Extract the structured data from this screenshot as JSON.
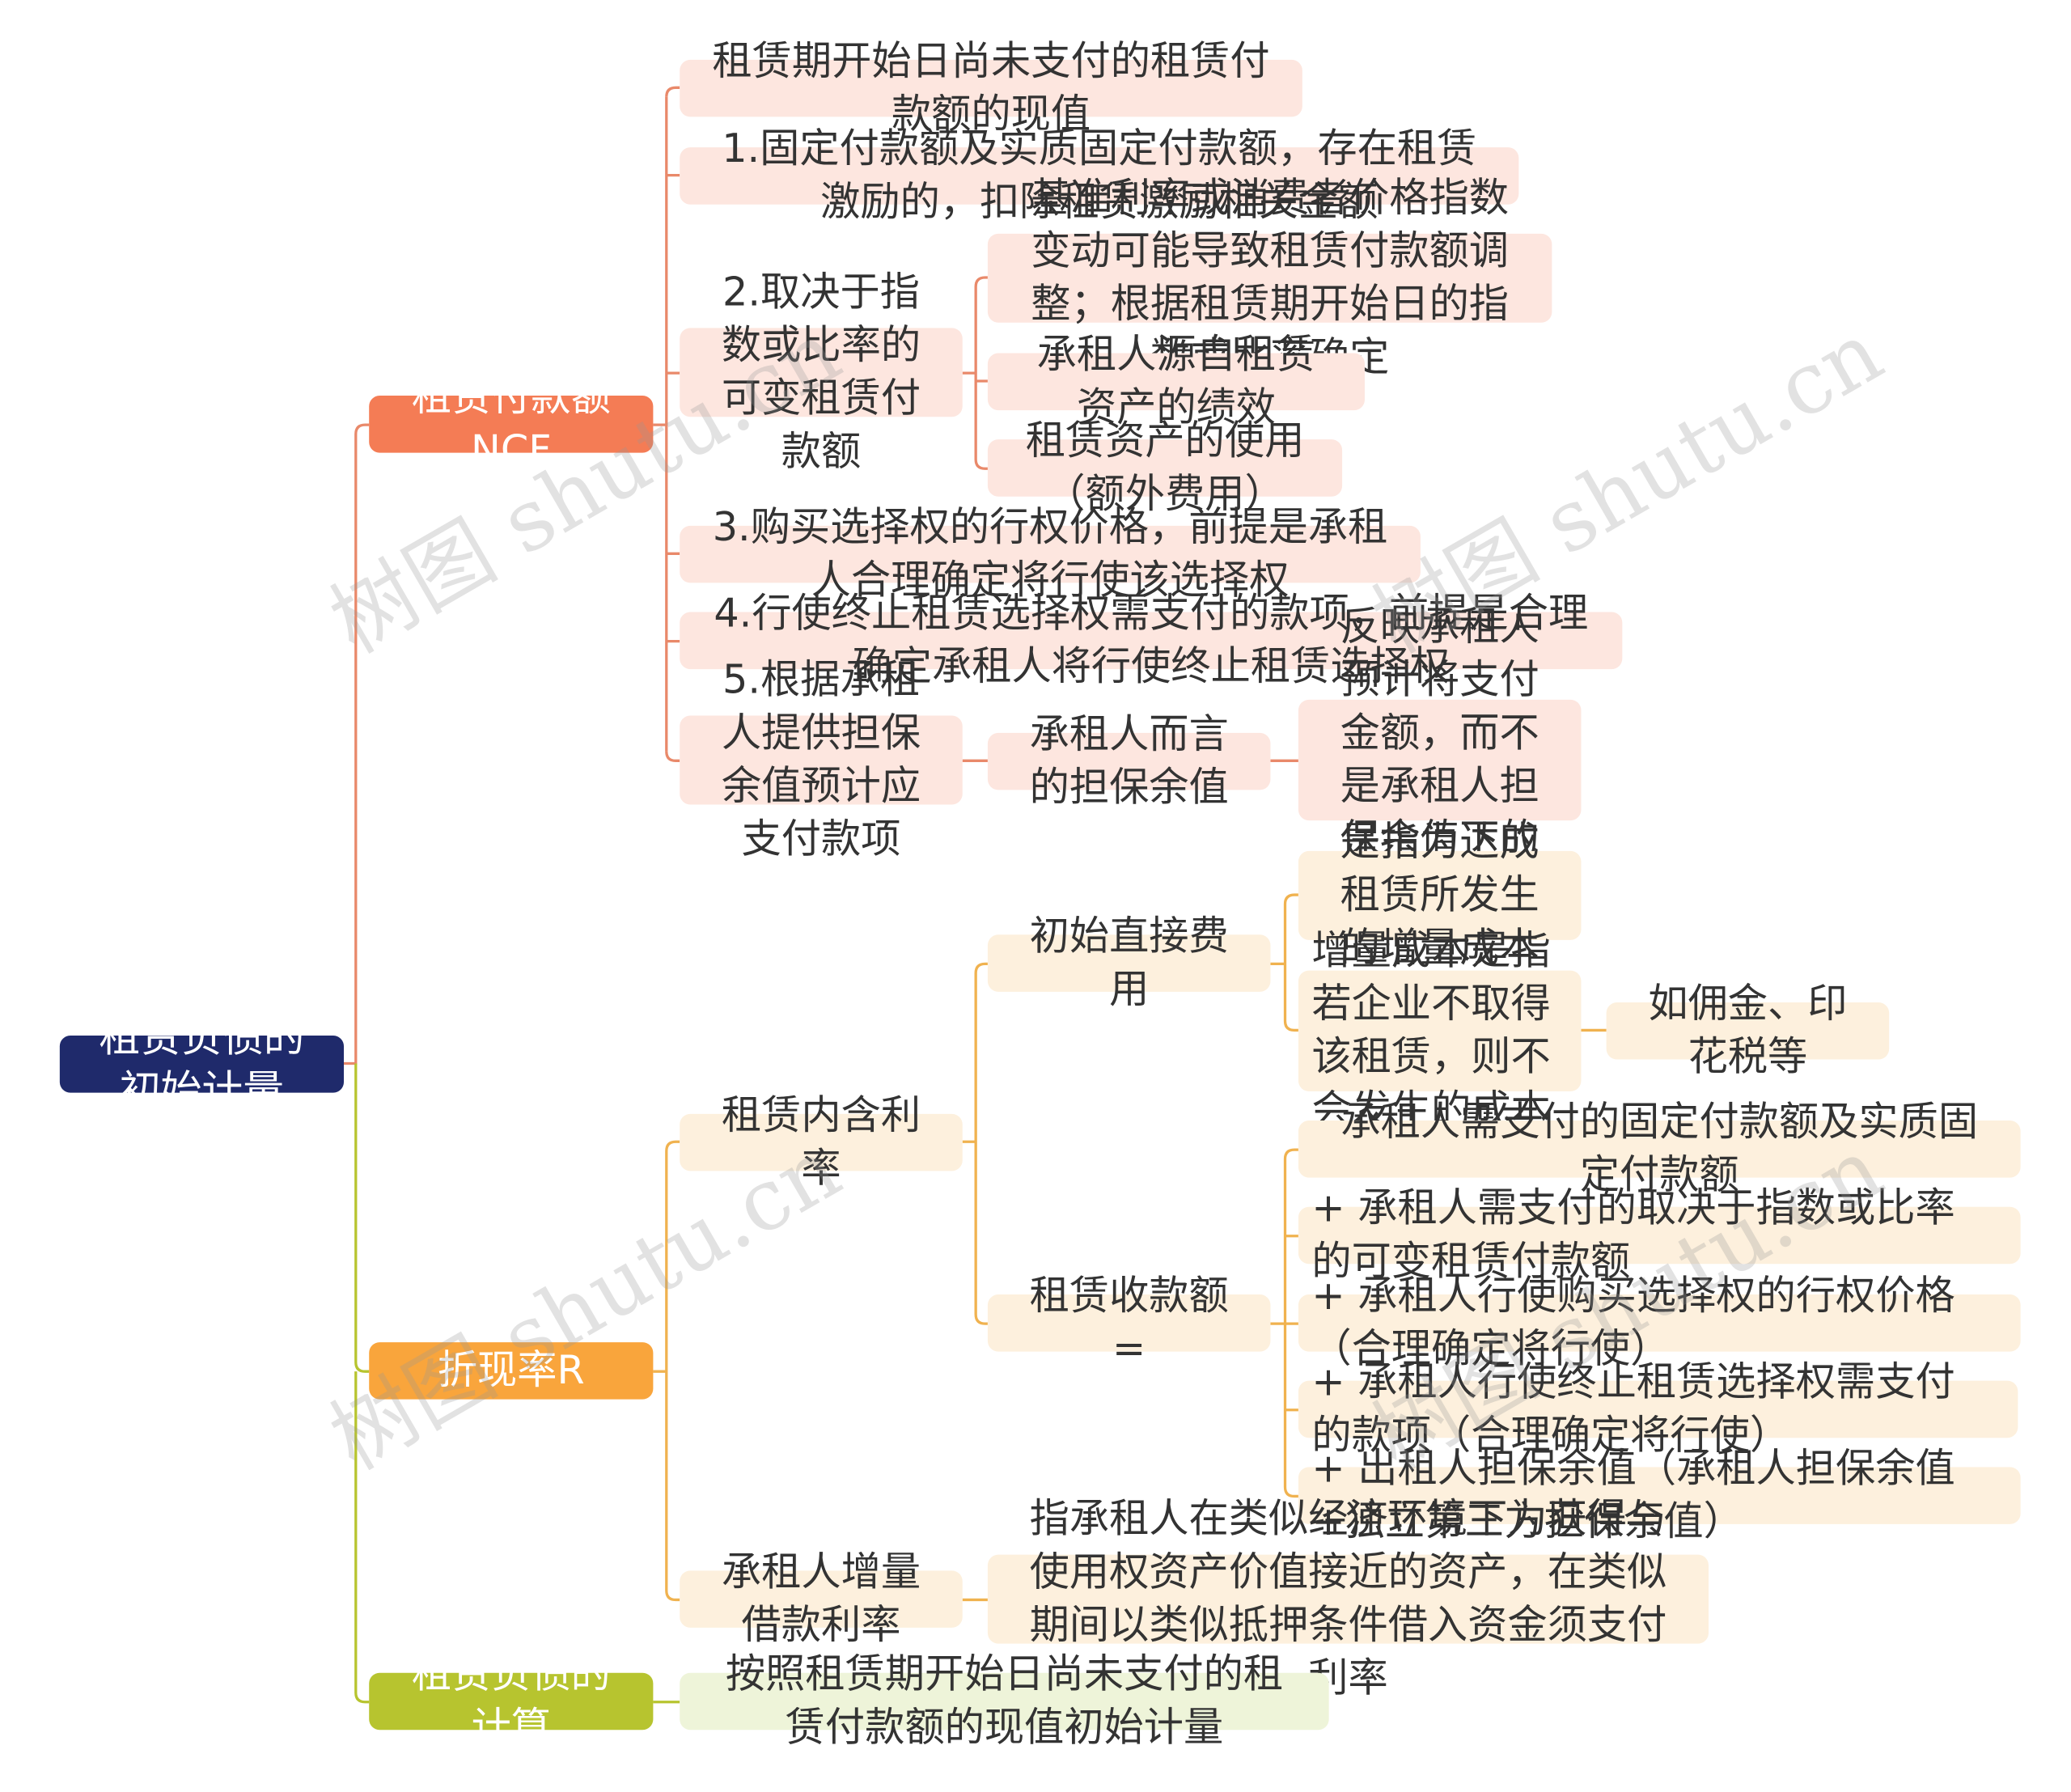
{
  "root": {
    "label": "租赁负债的初始计量"
  },
  "branches": {
    "ncf": {
      "label": "租赁付款额NCF",
      "items": {
        "pv": "租赁期开始日尚未支付的租赁付款额的现值",
        "fixed": "1.固定付款额及实质固定付款额，存在租赁激励的，扣除租赁激励相关金额",
        "variable": "2.取决于指数或比率的可变租赁付款额",
        "variable_children": {
          "index": "基准利率或消费者价格指数变动可能导致租赁付款额调整；根据租赁期开始日的指数或比率确定",
          "performance": "承租人源自租赁资产的绩效",
          "usage": "租赁资产的使用（额外费用）"
        },
        "purchase": "3.购买选择权的行权价格，前提是承租人合理确定将行使该选择权",
        "terminate": "4.行使终止租赁选择权需支付的款项，前提是合理确定承租人将行使终止租赁选择权",
        "guarantee": "5.根据承租人提供担保余值预计应支付款项",
        "guarantee_child": "承租人而言的担保余值",
        "guarantee_grandchild": "反映承租人预计将支付金额，而不是承租人担保余值下的最大敞口"
      }
    },
    "rate": {
      "label": "折现率R",
      "implicit": "租赁内含利率",
      "direct_cost": "初始直接费用",
      "direct_cost_children": {
        "def": "是指为达成租赁所发生的增量成本",
        "incremental": "增量成本是指若企业不取得该租赁，则不会发生的成本",
        "example": "如佣金、印花税等"
      },
      "receivable": "租赁收款额=",
      "receivable_children": [
        "承租人需支付的固定付款额及实质固定付款额",
        "+ 承租人需支付的取决于指数或比率的可变租赁付款额",
        "+ 承租人行使购买选择权的行权价格（合理确定将行使）",
        "+ 承租人行使终止租赁选择权需支付的款项（合理确定将行使）",
        "+ 出租人担保余值（承租人担保余值+独立第三方担保余值）"
      ],
      "borrowing": "承租人增量借款利率",
      "borrowing_desc": "指承租人在类似经济环境下为获得与使用权资产价值接近的资产，在类似期间以类似抵押条件借入资金须支付利率"
    },
    "calc": {
      "label": "租赁负债的计算",
      "desc": "按照租赁期开始日尚未支付的租赁付款额的现值初始计量"
    }
  },
  "watermark": "树图 shutu.cn",
  "colors": {
    "root": "#1f2a6b",
    "ncf": "#f47c55",
    "rate": "#f9a53c",
    "calc": "#b7c42f",
    "ncf_line": "#e9896a",
    "rate_line": "#f0b24f",
    "calc_line": "#b7c42f"
  }
}
